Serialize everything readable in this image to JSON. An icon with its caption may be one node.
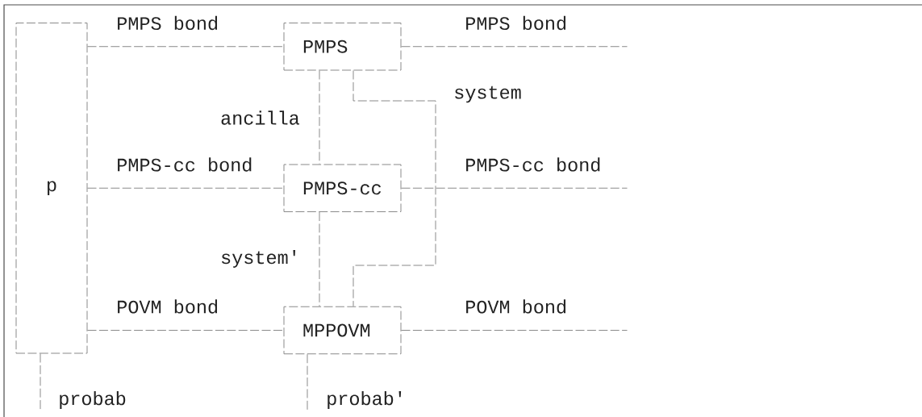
{
  "diagram": {
    "nodes": [
      {
        "text": [
          "p"
        ]
      },
      {
        "text": [
          "PMPS"
        ]
      },
      {
        "text": [
          "PMPS-cc"
        ]
      },
      {
        "text": [
          "MPPOVM"
        ]
      }
    ],
    "edges": [
      {
        "from": 0,
        "to": 1,
        "arrow": "none",
        "label": "PMPS bond"
      },
      {
        "from": 1,
        "to": null,
        "arrow": "none",
        "label": "PMPS bond"
      },
      {
        "from": 0,
        "to": 2,
        "arrow": "none",
        "label": "PMPS-cc bond"
      },
      {
        "from": 2,
        "to": null,
        "arrow": "none",
        "label": "PMPS-cc bond"
      },
      {
        "from": 0,
        "to": 3,
        "arrow": "none",
        "label": "POVM bond"
      },
      {
        "from": 3,
        "to": null,
        "arrow": "none",
        "label": "POVM bond"
      },
      {
        "from": 1,
        "to": 2,
        "arrow": "none",
        "label": "ancilla"
      },
      {
        "from": 1,
        "to": 3,
        "arrow": "none",
        "label": "system"
      },
      {
        "from": 2,
        "to": 3,
        "arrow": "none",
        "label": "system'"
      },
      {
        "from": 0,
        "to": null,
        "arrow": "none",
        "label": "probab"
      },
      {
        "from": 3,
        "to": null,
        "arrow": "none",
        "label": "probab'"
      }
    ]
  }
}
